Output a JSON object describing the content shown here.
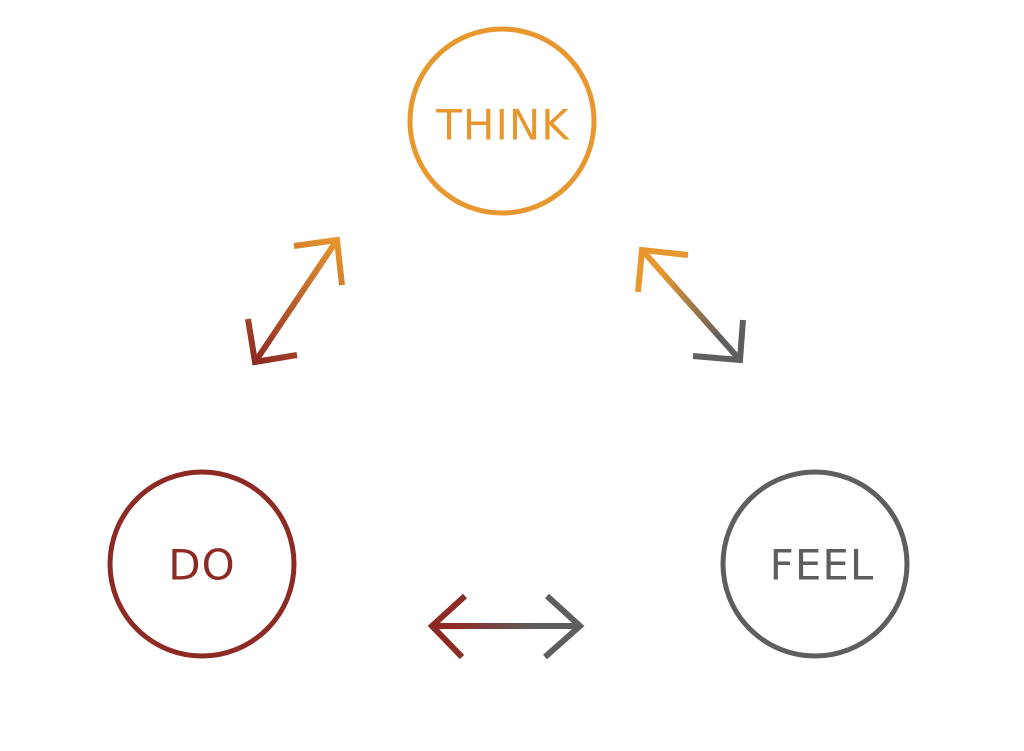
{
  "nodes": {
    "think": {
      "label": "THINK",
      "color": "#E8972F"
    },
    "do": {
      "label": "DO",
      "color": "#8E2A24"
    },
    "feel": {
      "label": "FEEL",
      "color": "#5E5E5E"
    }
  },
  "arrows": {
    "do_think": {
      "from": "do",
      "to": "think",
      "bidirectional": true
    },
    "think_feel": {
      "from": "think",
      "to": "feel",
      "bidirectional": true
    },
    "do_feel": {
      "from": "do",
      "to": "feel",
      "bidirectional": true
    }
  }
}
